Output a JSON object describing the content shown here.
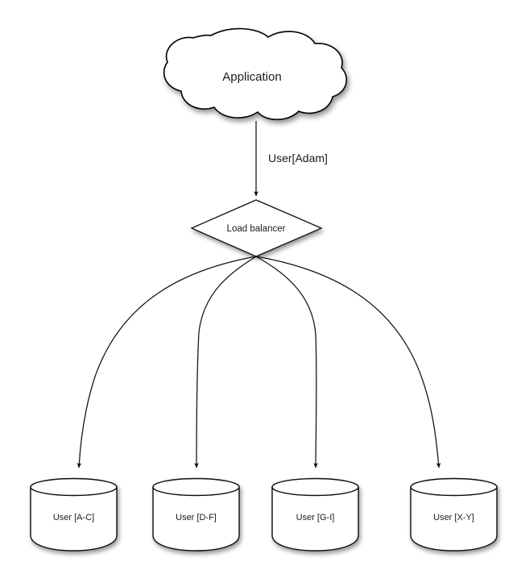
{
  "diagram": {
    "title_text": "",
    "background_color": "#ffffff",
    "stroke_color": "#111111",
    "fill_color": "#ffffff",
    "text_color": "#1a1a1a",
    "nodes": [
      {
        "id": "application",
        "type": "cloud",
        "label": "Application",
        "icon": "cloud-icon"
      },
      {
        "id": "load-balancer",
        "type": "diamond",
        "label": "Load balancer",
        "icon": "diamond-icon"
      },
      {
        "id": "db-a-c",
        "type": "cylinder",
        "label": "User [A-C]",
        "icon": "database-icon"
      },
      {
        "id": "db-d-f",
        "type": "cylinder",
        "label": "User [D-F]",
        "icon": "database-icon"
      },
      {
        "id": "db-g-i",
        "type": "cylinder",
        "label": "User [G-I]",
        "icon": "database-icon"
      },
      {
        "id": "db-x-y",
        "type": "cylinder",
        "label": "User [X-Y]",
        "icon": "database-icon"
      }
    ],
    "edges": [
      {
        "id": "edge-app-to-lb",
        "from": "application",
        "to": "load-balancer",
        "label": "User[Adam]",
        "arrow": "filled-triangle"
      },
      {
        "id": "edge-lb-to-db-a-c",
        "from": "load-balancer",
        "to": "db-a-c",
        "label": "",
        "arrow": "filled-triangle"
      },
      {
        "id": "edge-lb-to-db-d-f",
        "from": "load-balancer",
        "to": "db-d-f",
        "label": "",
        "arrow": "filled-triangle"
      },
      {
        "id": "edge-lb-to-db-g-i",
        "from": "load-balancer",
        "to": "db-g-i",
        "label": "",
        "arrow": "filled-triangle"
      },
      {
        "id": "edge-lb-to-db-x-y",
        "from": "load-balancer",
        "to": "db-x-y",
        "label": "",
        "arrow": "filled-triangle"
      }
    ]
  }
}
